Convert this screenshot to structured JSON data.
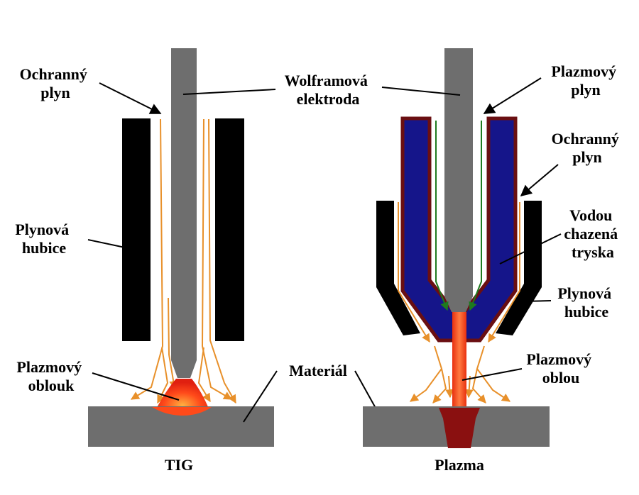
{
  "diagrams": [
    {
      "title": "TIG",
      "labels": {
        "shield_gas": [
          "Ochranný",
          "plyn"
        ],
        "electrode": [
          "Wolframová",
          "elektroda"
        ],
        "gas_nozzle": [
          "Plynová",
          "hubice"
        ],
        "plasma_arc": [
          "Plazmový",
          "oblouk"
        ],
        "material": [
          "Materiál"
        ]
      }
    },
    {
      "title": "Plazma",
      "labels": {
        "plasma_gas": [
          "Plazmový",
          "plyn"
        ],
        "shield_gas": [
          "Ochranný",
          "plyn"
        ],
        "cooled_nozzle": [
          "Vodou",
          "chazená",
          "tryska"
        ],
        "gas_nozzle": [
          "Plynová",
          "hubice"
        ],
        "plasma_arc": [
          "Plazmový",
          "oblou"
        ]
      }
    }
  ],
  "colors": {
    "electrode": "#6e6e6e",
    "nozzle": "#000000",
    "material": "#6e6e6e",
    "gas_flow": "#e8902a",
    "plasma_gas_flow": "#1e7a1e",
    "cooled_nozzle_fill": "#15158a",
    "cooled_nozzle_border": "#6a0f12",
    "arc": "#ff4a1a",
    "weld_pool": "#8a1010"
  }
}
